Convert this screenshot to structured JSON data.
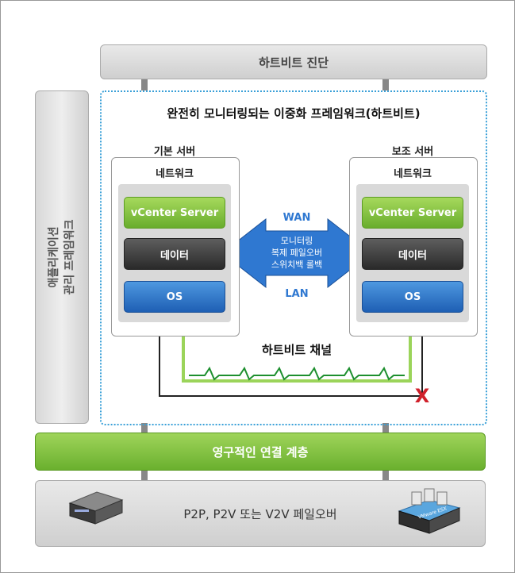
{
  "top_bar": {
    "label": "하트비트 진단"
  },
  "side_panel": {
    "line1": "애플리케이션",
    "line2": "관리 프레임워크"
  },
  "framework_title": "완전히 모니터링되는 이중화 프레임워크(하트비트)",
  "primary": {
    "title": "기본 서버",
    "network": "네트워크",
    "vcenter": "vCenter Server",
    "data": "데이터",
    "os": "OS"
  },
  "secondary": {
    "title": "보조 서버",
    "network": "네트워크",
    "vcenter": "vCenter Server",
    "data": "데이터",
    "os": "OS"
  },
  "arrow": {
    "wan": "WAN",
    "lan": "LAN",
    "line1": "모니터링",
    "line2": "복제 페일오버",
    "line3": "스위치백 롤백"
  },
  "heartbeat_channel": "하트비트 채널",
  "fail_mark": "X",
  "persistence_bar": {
    "label": "영구적인 연결 계층"
  },
  "bottom_bar": {
    "label": "P2P, P2V 또는 V2V 페일오버",
    "server_caption": "VMware ESX"
  },
  "colors": {
    "green": "#6ab02e",
    "blue": "#1e5fb4",
    "dark": "#2a2a2a",
    "dotted": "#3aa0d8",
    "red": "#d0202a"
  }
}
